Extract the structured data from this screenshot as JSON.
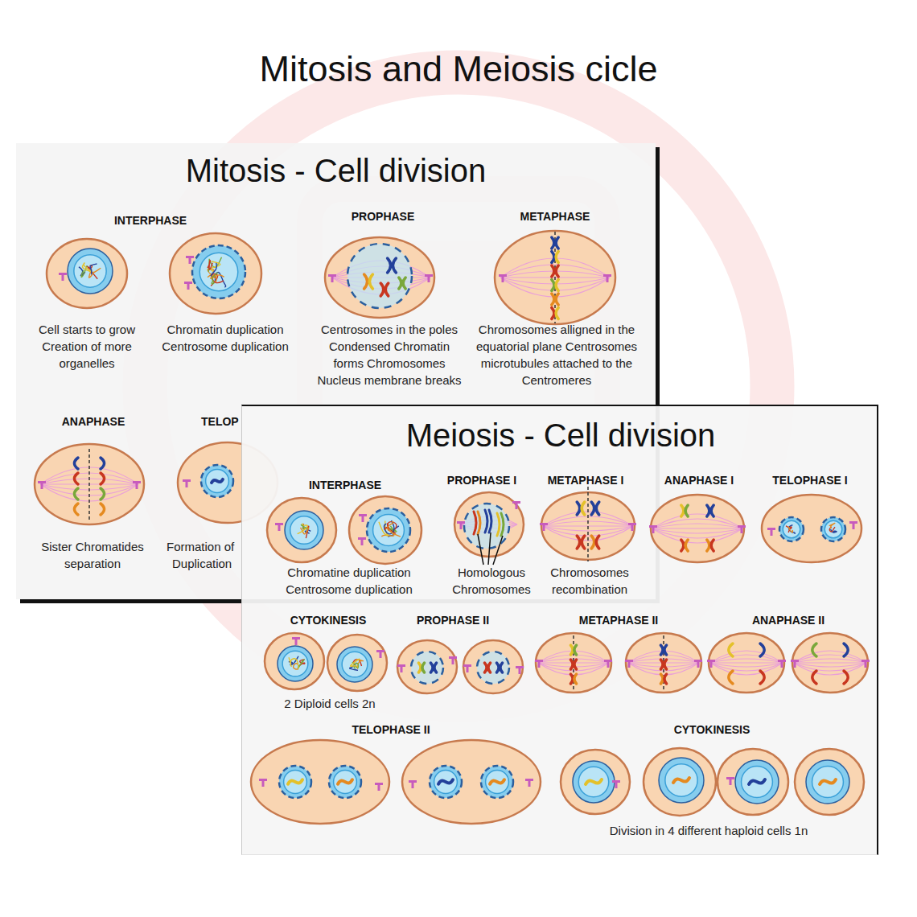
{
  "diagram": {
    "title": "Mitosis and Meiosis cicle",
    "nodes": [
      {
        "text": [
          "Mitosis - Cell division"
        ]
      },
      {
        "text": [
          "Meiosis - Cell division"
        ]
      }
    ],
    "labels": [
      "INTERPHASE",
      "PROPHASE",
      "METAPHASE",
      "Cell starts to grow Creation of more organelles",
      "Chromatin duplication Centrosome duplication",
      "Centrosomes in the poles Condensed Chromatin forms Chromosomes Nucleus membrane breaks",
      "Chromosomes alligned in the equatorial plane Centrosomes microtubules attached to the Centromeres",
      "ANAPHASE",
      "TELOP",
      "Sister Chromatides separation",
      "Formation of",
      "Duplication",
      "INTERPHASE",
      "PROPHASE I",
      "METAPHASE I",
      "ANAPHASE I",
      "TELOPHASE I",
      "Chromatine duplication Centrosome duplication",
      "Homologous Chromosomes",
      "Chromosomes recombination",
      "CYTOKINESIS",
      "PROPHASE II",
      "METAPHASE II",
      "ANAPHASE II",
      "2 Diploid cells 2n",
      "TELOPHASE II",
      "CYTOKINESIS",
      "Division in 4 different haploid cells 1n"
    ]
  }
}
